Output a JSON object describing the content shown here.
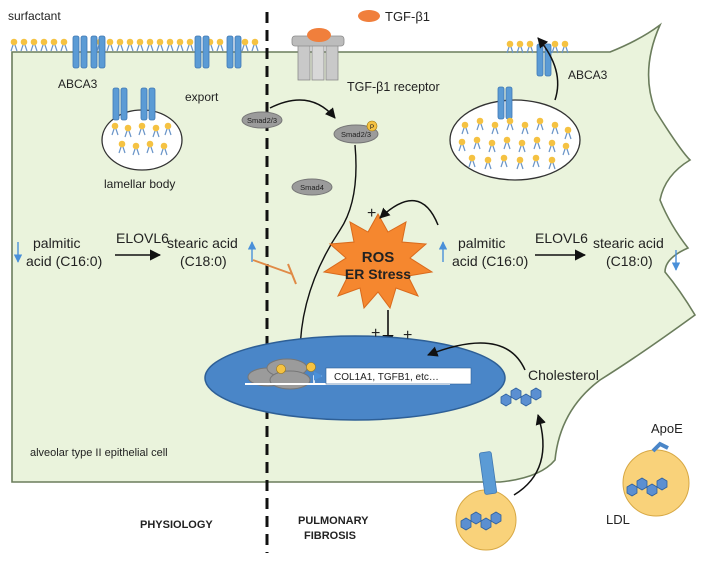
{
  "labels": {
    "surfactant": "surfactant",
    "abca3_left": "ABCA3",
    "abca3_right": "ABCA3",
    "export": "export",
    "lamellar_body": "lamellar body",
    "tgf_legend": "TGF-β1",
    "tgf_receptor": "TGF-β1  receptor",
    "smad23_a": "Smad2/3",
    "smad23_b": "Smad2/3",
    "smad4": "Smad4",
    "phospho": "P",
    "elovl6_left": "ELOVL6",
    "elovl6_right": "ELOVL6",
    "palmitic_left_1": "palmitic",
    "palmitic_left_2": "acid (C16:0)",
    "stearic_left_1": "stearic acid",
    "stearic_left_2": "(C18:0)",
    "palmitic_right_1": "palmitic",
    "palmitic_right_2": "acid (C16:0)",
    "stearic_right_1": "stearic acid",
    "stearic_right_2": "(C18:0)",
    "ros": "ROS",
    "er_stress": "ER Stress",
    "plus": "+",
    "genes": "COL1A1, TGFB1, etc…",
    "cholesterol": "Cholesterol",
    "apoe": "ApoE",
    "ldl": "LDL",
    "cell_name": "alveolar type II epithelial cell",
    "physiology": "PHYSIOLOGY",
    "fibrosis_1": "PULMONARY",
    "fibrosis_2": "FIBROSIS"
  },
  "colors": {
    "cell_fill": "#eaf3dc",
    "cell_stroke": "#6b7d5c",
    "membrane_protein": "#5b9bd5",
    "lipid_head": "#f5c242",
    "nucleus": "#4a86c8",
    "tgf": "#f07f3c",
    "ros_burst": "#f5872f",
    "ldl": "#f9d27a",
    "smad": "#9b9b9b",
    "arrow_blue": "#4a90d9",
    "inhibit": "#e08a46"
  }
}
